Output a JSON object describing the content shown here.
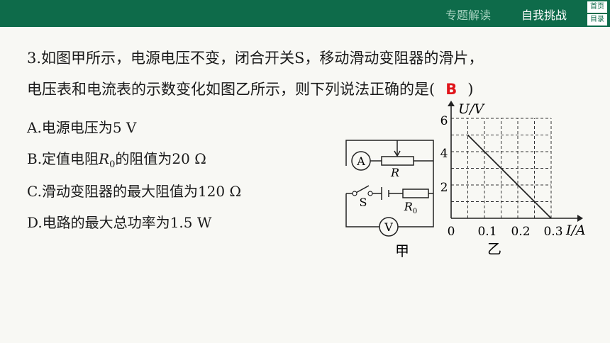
{
  "header": {
    "tab_topic": "专题解读",
    "tab_challenge": "自我挑战",
    "nav_home": "首页",
    "nav_toc": "目录"
  },
  "question": {
    "line1": "3.如图甲所示，电源电压不变，闭合开关S，移动滑动变阻器的滑片，",
    "line2_before": "电压表和电流表的示数变化如图乙所示，则下列说法正确的是(",
    "answer": "B",
    "line2_after": ")"
  },
  "options": [
    {
      "prefix": "A.电源电压为",
      "value": "5 V"
    },
    {
      "prefix": "B.定值电阻",
      "r": "R",
      "sub": "0",
      "suffix": "的阻值为",
      "value": "20 Ω"
    },
    {
      "prefix": "C.滑动变阻器的最大阻值为",
      "value": "120 Ω"
    },
    {
      "prefix": "D.电路的最大总功率为",
      "value": "1.5 W"
    }
  ],
  "circuit": {
    "ammeter": "A",
    "voltmeter": "V",
    "rheostat": "R",
    "resistor": "R",
    "resistor_sub": "0",
    "switch": "S",
    "caption": "甲"
  },
  "chart_data": {
    "type": "line",
    "ylabel": "U/V",
    "xlabel": "I/A",
    "caption": "乙",
    "x_ticks": [
      "0",
      "0.1",
      "0.2",
      "0.3"
    ],
    "y_ticks": [
      "2",
      "4",
      "6"
    ],
    "xlim": [
      0,
      0.3
    ],
    "ylim": [
      0,
      6
    ],
    "grid": true,
    "series": [
      {
        "x": [
          0.05,
          0.3
        ],
        "y": [
          5,
          0
        ]
      }
    ]
  },
  "colors": {
    "header": "#0e6b4a",
    "answer": "#e0141a",
    "background": "#f8f8f4"
  }
}
